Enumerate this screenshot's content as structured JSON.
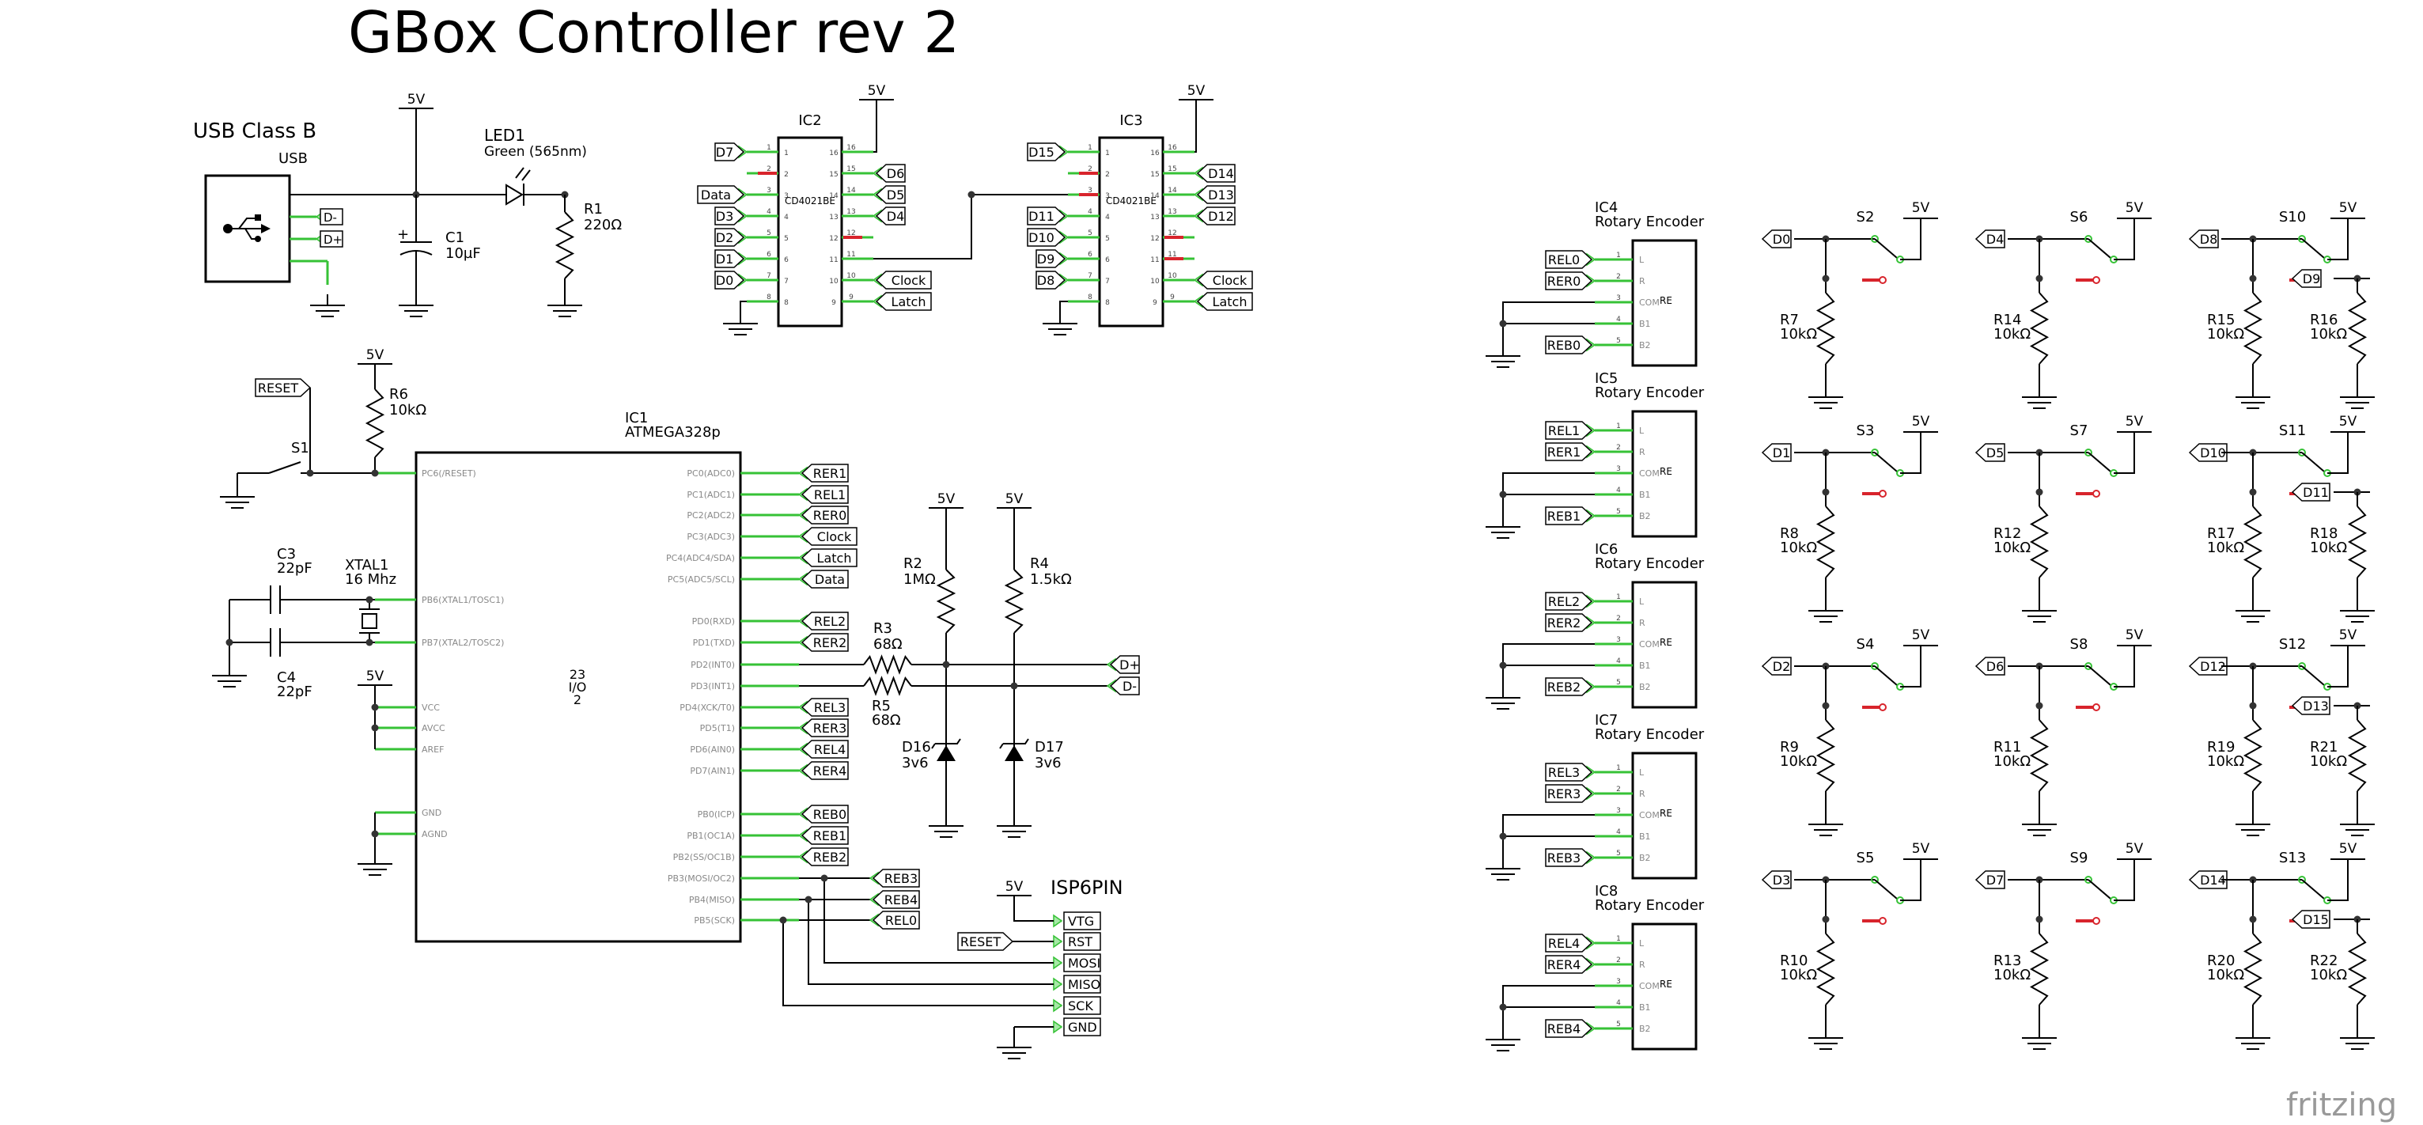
{
  "title": "GBox Controller rev 2",
  "watermark": "fritzing",
  "usb": {
    "title": "USB Class B",
    "label": "USB",
    "pins": [
      "D-",
      "D+"
    ]
  },
  "led1": {
    "ref": "LED1",
    "value": "Green (565nm)"
  },
  "c1": {
    "ref": "C1",
    "value": "10µF"
  },
  "r1": {
    "ref": "R1",
    "value": "220Ω"
  },
  "r6": {
    "ref": "R6",
    "value": "10kΩ"
  },
  "s1": {
    "ref": "S1"
  },
  "reset_net": "RESET",
  "c3": {
    "ref": "C3",
    "value": "22pF"
  },
  "c4": {
    "ref": "C4",
    "value": "22pF"
  },
  "xtal1": {
    "ref": "XTAL1",
    "value": "16 Mhz"
  },
  "power": "5V",
  "ic1": {
    "ref": "IC1",
    "part": "ATMEGA328p",
    "center_lines": [
      "23",
      "I/O",
      "2"
    ],
    "left_pins": [
      "PC6(/RESET)",
      "PB6(XTAL1/TOSC1)",
      "PB7(XTAL2/TOSC2)",
      "VCC",
      "AVCC",
      "AREF",
      "GND",
      "AGND"
    ],
    "right_pins": [
      {
        "name": "PC0(ADC0)",
        "net": "RER1"
      },
      {
        "name": "PC1(ADC1)",
        "net": "REL1"
      },
      {
        "name": "PC2(ADC2)",
        "net": "RER0"
      },
      {
        "name": "PC3(ADC3)",
        "net": "Clock"
      },
      {
        "name": "PC4(ADC4/SDA)",
        "net": "Latch"
      },
      {
        "name": "PC5(ADC5/SCL)",
        "net": "Data"
      },
      {
        "name": "PD0(RXD)",
        "net": "REL2"
      },
      {
        "name": "PD1(TXD)",
        "net": "RER2"
      },
      {
        "name": "PD2(INT0)",
        "net": ""
      },
      {
        "name": "PD3(INT1)",
        "net": ""
      },
      {
        "name": "PD4(XCK/T0)",
        "net": "REL3"
      },
      {
        "name": "PD5(T1)",
        "net": "RER3"
      },
      {
        "name": "PD6(AIN0)",
        "net": "REL4"
      },
      {
        "name": "PD7(AIN1)",
        "net": "RER4"
      },
      {
        "name": "PB0(ICP)",
        "net": "REB0"
      },
      {
        "name": "PB1(OC1A)",
        "net": "REB1"
      },
      {
        "name": "PB2(SS/OC1B)",
        "net": "REB2"
      },
      {
        "name": "PB3(MOSI/OC2)",
        "net": "REB3"
      },
      {
        "name": "PB4(MISO)",
        "net": "REB4"
      },
      {
        "name": "PB5(SCK)",
        "net": "REL0"
      }
    ]
  },
  "r2": {
    "ref": "R2",
    "value": "1MΩ"
  },
  "r4": {
    "ref": "R4",
    "value": "1.5kΩ"
  },
  "r3": {
    "ref": "R3",
    "value": "68Ω"
  },
  "r5": {
    "ref": "R5",
    "value": "68Ω"
  },
  "d16": {
    "ref": "D16",
    "value": "3v6"
  },
  "d17": {
    "ref": "D17",
    "value": "3v6"
  },
  "usb_nets": [
    "D+",
    "D-"
  ],
  "isp": {
    "ref": "ISP6PIN",
    "pins": [
      "VTG",
      "RST",
      "MOSI",
      "MISO",
      "SCK",
      "GND"
    ]
  },
  "ic2": {
    "ref": "IC2",
    "part": "CD4021BE",
    "left_nets": [
      "D7",
      "",
      "Data",
      "D3",
      "D2",
      "D1",
      "D0",
      ""
    ],
    "right_nets": [
      "",
      "D6",
      "D5",
      "D4",
      "",
      "",
      "Clock",
      "Latch"
    ]
  },
  "ic3": {
    "ref": "IC3",
    "part": "CD4021BE",
    "left_nets": [
      "D15",
      "",
      "",
      "D11",
      "D10",
      "D9",
      "D8",
      ""
    ],
    "right_nets": [
      "",
      "D14",
      "D13",
      "D12",
      "",
      "",
      "Clock",
      "Latch"
    ]
  },
  "encoders": [
    {
      "ref": "IC4",
      "type": "Rotary Encoder",
      "nets": [
        "REL0",
        "RER0",
        "REB0"
      ]
    },
    {
      "ref": "IC5",
      "type": "Rotary Encoder",
      "nets": [
        "REL1",
        "RER1",
        "REB1"
      ]
    },
    {
      "ref": "IC6",
      "type": "Rotary Encoder",
      "nets": [
        "REL2",
        "RER2",
        "REB2"
      ]
    },
    {
      "ref": "IC7",
      "type": "Rotary Encoder",
      "nets": [
        "REL3",
        "RER3",
        "REB3"
      ]
    },
    {
      "ref": "IC8",
      "type": "Rotary Encoder",
      "nets": [
        "REL4",
        "RER4",
        "REB4"
      ]
    }
  ],
  "encoder_pins": [
    "L",
    "R",
    "COM",
    "B1",
    "B2"
  ],
  "encoder_body": "RE",
  "switch_columns": [
    [
      {
        "net": "D0",
        "sw": "S2",
        "r": "R7",
        "rv": "10kΩ"
      },
      {
        "net": "D1",
        "sw": "S3",
        "r": "R8",
        "rv": "10kΩ"
      },
      {
        "net": "D2",
        "sw": "S4",
        "r": "R9",
        "rv": "10kΩ"
      },
      {
        "net": "D3",
        "sw": "S5",
        "r": "R10",
        "rv": "10kΩ"
      }
    ],
    [
      {
        "net": "D4",
        "sw": "S6",
        "r": "R14",
        "rv": "10kΩ"
      },
      {
        "net": "D5",
        "sw": "S7",
        "r": "R12",
        "rv": "10kΩ"
      },
      {
        "net": "D6",
        "sw": "S8",
        "r": "R11",
        "rv": "10kΩ"
      },
      {
        "net": "D7",
        "sw": "S9",
        "r": "R13",
        "rv": "10kΩ"
      }
    ],
    [
      {
        "net": "D8",
        "sw": "S10",
        "r": "R15",
        "rv": "10kΩ",
        "net2": "D9",
        "r2": "R16",
        "rv2": "10kΩ"
      },
      {
        "net": "D10",
        "sw": "S11",
        "r": "R17",
        "rv": "10kΩ",
        "net2": "D11",
        "r2": "R18",
        "rv2": "10kΩ"
      },
      {
        "net": "D12",
        "sw": "S12",
        "r": "R19",
        "rv": "10kΩ",
        "net2": "D13",
        "r2": "R21",
        "rv2": "10kΩ"
      },
      {
        "net": "D14",
        "sw": "S13",
        "r": "R20",
        "rv": "10kΩ",
        "net2": "D15",
        "r2": "R22",
        "rv2": "10kΩ"
      }
    ]
  ]
}
